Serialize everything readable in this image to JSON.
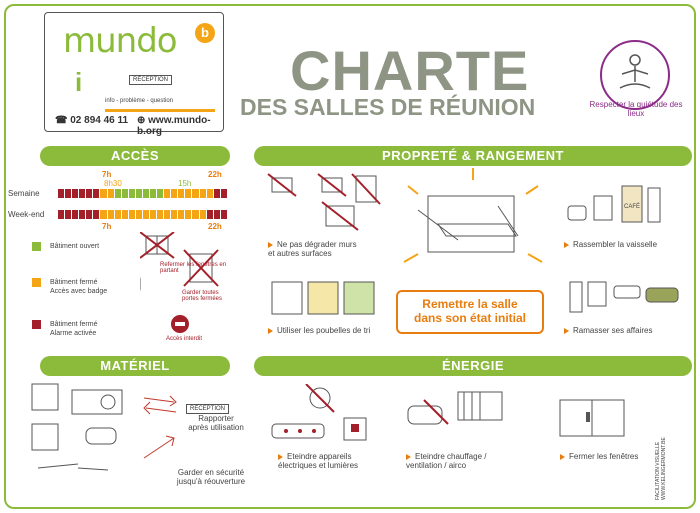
{
  "logo": {
    "text": "mundo",
    "badge": "b",
    "sign": "RÉCEPTION",
    "tagline": "info - problème - question",
    "phone": "☎ 02 894 46 11",
    "web": "⊕ www.mundo-b.org"
  },
  "header": {
    "title": "CHARTE",
    "subtitle": "DES SALLES DE RÉUNION"
  },
  "quiet": {
    "text": "Respecter la quiétude des lieux"
  },
  "acces": {
    "banner": "ACCÈS",
    "semaine": "Semaine",
    "weekend": "Week-end",
    "t7": "7h",
    "t830": "8h30",
    "t15": "15h",
    "t22": "22h",
    "t7b": "7h",
    "t22b": "22h",
    "legend": [
      {
        "label": "Bâtiment ouvert",
        "color": "#8cbb3c"
      },
      {
        "label": "Bâtiment fermé\nAccès avec badge",
        "color": "#f3a516"
      },
      {
        "label": "Bâtiment fermé\nAlarme activée",
        "color": "#a3202a"
      }
    ],
    "note_windows": "Refermer les fenêtres en partant",
    "note_doors": "Garder toutes portes fermées",
    "note_forbidden": "Accès interdit"
  },
  "proprete": {
    "banner": "PROPRETÉ & RANGEMENT",
    "walls": "Ne pas dégrader murs\net autres surfaces",
    "bins": "Utiliser les poubelles de tri",
    "reset": "Remettre la salle\ndans son état initial",
    "dishes": "Rassembler la vaisselle",
    "belongings": "Ramasser ses affaires",
    "cafe": "CAFÉ"
  },
  "materiel": {
    "banner": "MATÉRIEL",
    "sign": "RÉCEPTION",
    "return": "Rapporter\naprès utilisation",
    "keep": "Garder en sécurité\njusqu'à réouverture"
  },
  "energie": {
    "banner": "ÉNERGIE",
    "lights": "Eteindre appareils\nélectriques et lumières",
    "heating": "Eteindre chauffage /\nventilation / airco",
    "windows": "Fermer les fenêtres"
  },
  "credit": "FACILITATION VISUELLE  WWW.KELINGERMONT.BE",
  "colors": {
    "green": "#8cbb3c",
    "orange": "#f3a516",
    "red": "#a3202a",
    "purple": "#8a2c88",
    "grey": "#8e9584"
  }
}
